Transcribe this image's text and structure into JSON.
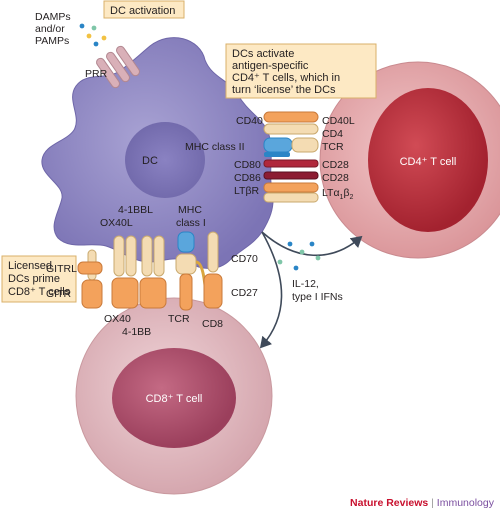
{
  "labels": {
    "damps": [
      "DAMPs",
      "and/or",
      "PAMPs"
    ],
    "dc_activation": "DC activation",
    "prr": "PRR",
    "dc": "DC",
    "license_box": [
      "DCs activate",
      "antigen-specific",
      "CD4⁺ T cells, which in",
      "turn ‘license’ the DCs"
    ],
    "prime_box": [
      "Licensed",
      "DCs prime",
      "CD8⁺ T cells"
    ],
    "cd4_cell": "CD4⁺ T cell",
    "cd8_cell": "CD8⁺ T cell",
    "cd4_pairs": {
      "left": [
        "CD40",
        "MHC class II",
        "CD80",
        "CD86",
        "LTβR"
      ],
      "right": [
        "CD40L",
        "CD4",
        "TCR",
        "CD28",
        "CD28"
      ],
      "lt_a": "LTα",
      "lt_sub1": "1",
      "lt_b": "β",
      "lt_sub2": "2"
    },
    "cd8_top": [
      "4-1BBL",
      "OX40L",
      "MHC",
      "class I"
    ],
    "cd8_left": [
      "GITRL",
      "GITR"
    ],
    "cd8_bottom": [
      "OX40",
      "4-1BB",
      "TCR",
      "CD8"
    ],
    "cd8_right": [
      "CD70",
      "CD27"
    ],
    "cytokines": [
      "IL-12,",
      "type I IFNs"
    ],
    "journal": "Nature Reviews",
    "journal_sep": " | ",
    "section": "Immunology"
  },
  "colors": {
    "dc_fill": "#8c86c0",
    "cd4_cell": "#e3a9ad",
    "cd4_nucleus": "#b8323f",
    "cd8_cell": "#e2bac0",
    "cd8_nucleus": "#b05570",
    "box_fill": "#fde9c4",
    "box_stroke": "#d9b06a",
    "receptor_orange": "#f3a25c",
    "receptor_cream": "#f4dcb3",
    "accent_blue": "#2a85c6",
    "journal_red": "#c8102e",
    "section_purple": "#7b4fa0"
  },
  "icons": [
    "molecule-dot-icon",
    "arrow-icon"
  ]
}
